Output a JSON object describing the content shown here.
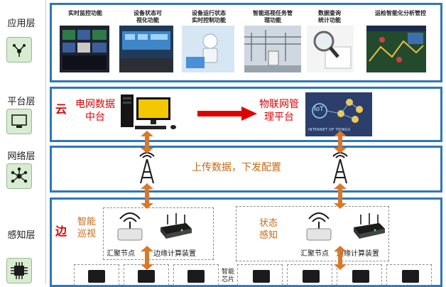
{
  "layers": [
    {
      "label": "应用层",
      "icon": "network-share-icon"
    },
    {
      "label": "平台层",
      "icon": "monitor-icon"
    },
    {
      "label": "网络层",
      "icon": "network-node-icon"
    },
    {
      "label": "感知层",
      "icon": "chip-icon"
    }
  ],
  "application": {
    "apps": [
      {
        "title_line1": "实时监控功能",
        "title_line2": ""
      },
      {
        "title_line1": "设备状态可",
        "title_line2": "视化功能"
      },
      {
        "title_line1": "设备运行状态",
        "title_line2": "实时控制功能"
      },
      {
        "title_line1": "智能巡视任务管",
        "title_line2": "理功能"
      },
      {
        "title_line1": "数据查询",
        "title_line2": "统计功能"
      },
      {
        "title_line1": "运检智能化分析管控",
        "title_line2": ""
      }
    ]
  },
  "platform": {
    "cloud_label": "云",
    "data_center_line1": "电网数据",
    "data_center_line2": "中台",
    "iot_line1": "物联网管",
    "iot_line2": "理平台",
    "iot_image_caption": "INTERNET OF THINGS",
    "iot_badge": "IoT"
  },
  "network": {
    "caption": "上传数据，下发配置"
  },
  "perception": {
    "edge_label": "边",
    "left_group_line1": "智能",
    "left_group_line2": "巡视",
    "right_group_line1": "状态",
    "right_group_line2": "感知",
    "left_gateway_label": "汇聚节点",
    "left_edge_device_label": "边缘计算装置",
    "right_gateway_label": "汇聚节点",
    "right_edge_device_label": "边缘计算装置",
    "chip_label_line1": "智能",
    "chip_label_line2": "芯片"
  },
  "colors": {
    "layer_border": "#2d77bb",
    "accent_red": "#e00000",
    "arrow_orange": "#d9782a",
    "icon_bg": "#d8ecd2"
  }
}
